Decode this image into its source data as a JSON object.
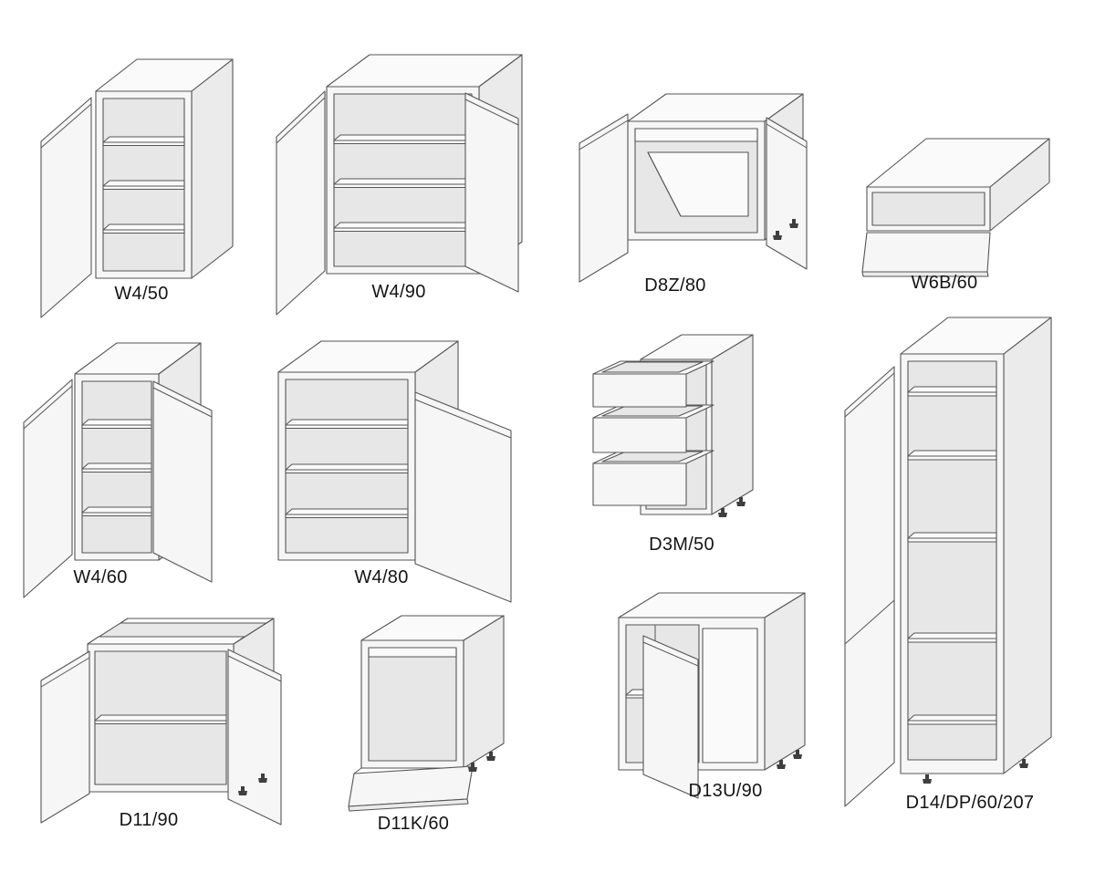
{
  "catalog": {
    "items": [
      {
        "code": "W4/50",
        "kind": "wall-cabinet-one-door-three-shelves"
      },
      {
        "code": "W4/90",
        "kind": "wall-cabinet-two-doors-three-shelves"
      },
      {
        "code": "D8Z/80",
        "kind": "sink-base-cabinet-two-doors"
      },
      {
        "code": "W6B/60",
        "kind": "horizontal-wall-cabinet-flap-door"
      },
      {
        "code": "W4/60",
        "kind": "wall-cabinet-two-doors-three-shelves"
      },
      {
        "code": "W4/80",
        "kind": "wall-cabinet-wide-door-three-shelves"
      },
      {
        "code": "D3M/50",
        "kind": "base-cabinet-three-drawers"
      },
      {
        "code": "D14/DP/60/207",
        "kind": "tall-pantry-cabinet-five-shelves"
      },
      {
        "code": "D11/90",
        "kind": "base-cabinet-two-doors-one-shelf"
      },
      {
        "code": "D11K/60",
        "kind": "base-cabinet-open-bottom-flap"
      },
      {
        "code": "D13U/90",
        "kind": "corner-base-cabinet"
      }
    ]
  },
  "colors": {
    "line": "#565656",
    "face": "#f6f6f6",
    "shaded_face": "#ebebeb",
    "interior": "#e7e7e7",
    "feet": "#3f3f3f",
    "background": "#ffffff",
    "label_text": "#141414"
  }
}
